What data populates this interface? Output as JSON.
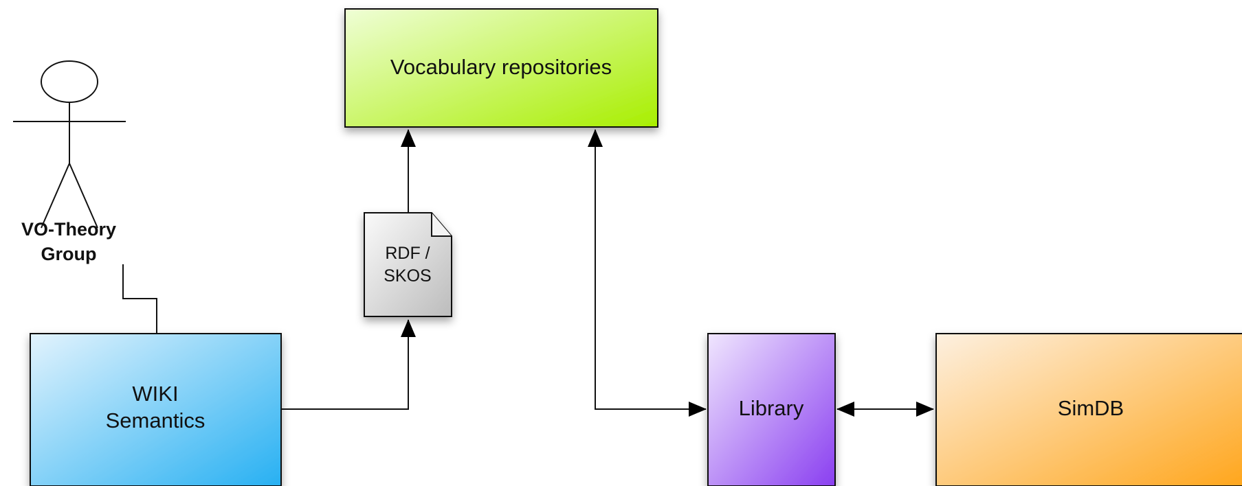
{
  "diagram": {
    "nodes": {
      "vocabulary": {
        "label": "Vocabulary repositories",
        "color": "#a8ee00"
      },
      "wiki": {
        "line1": "WIKI",
        "line2": "Semantics",
        "color": "#2ab0f0"
      },
      "library": {
        "label": "Library",
        "color": "#8a3ff0"
      },
      "simdb": {
        "label": "SimDB",
        "color": "#ffa51a"
      },
      "document": {
        "line1": "RDF /",
        "line2": "SKOS"
      },
      "actor": {
        "line1": "VO-Theory",
        "line2": "Group"
      }
    },
    "edges": [
      {
        "from": "wiki",
        "to": "document",
        "style": "arrow"
      },
      {
        "from": "document",
        "to": "vocabulary",
        "style": "arrow"
      },
      {
        "from": "library",
        "to": "vocabulary",
        "style": "double-arrow"
      },
      {
        "from": "library",
        "to": "simdb",
        "style": "double-arrow"
      },
      {
        "from": "actor",
        "to": "wiki",
        "style": "line"
      }
    ]
  }
}
